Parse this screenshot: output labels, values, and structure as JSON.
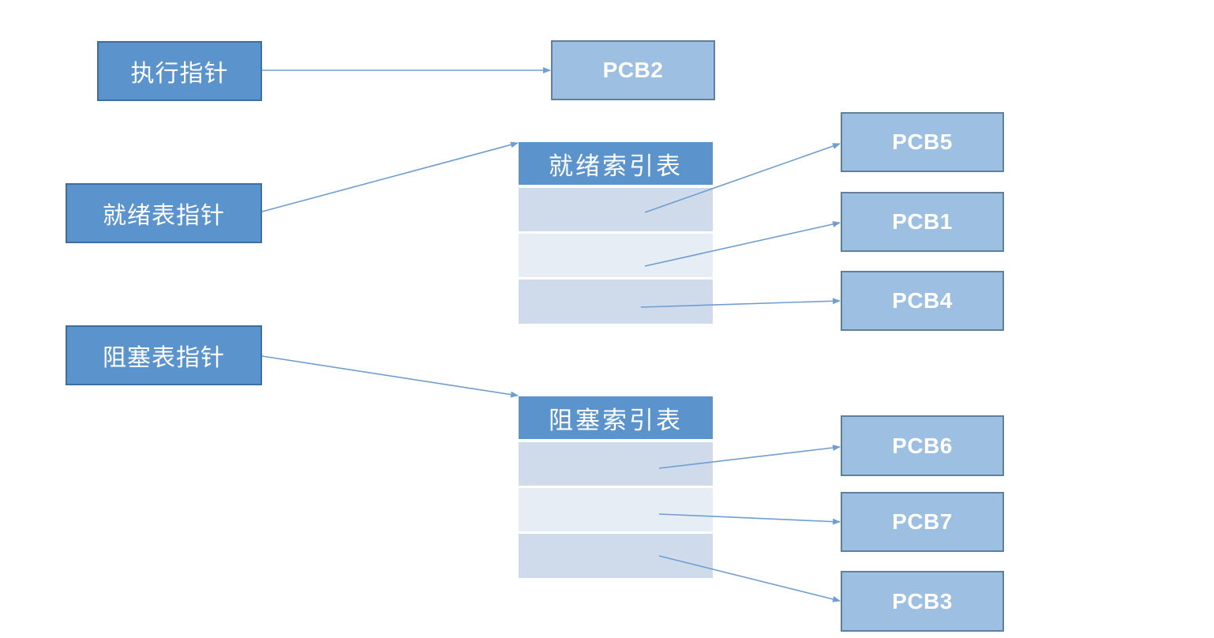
{
  "pointers": {
    "exec": "执行指针",
    "ready": "就绪表指针",
    "blocked": "阻塞表指针"
  },
  "tables": {
    "ready_header": "就绪索引表",
    "blocked_header": "阻塞索引表"
  },
  "pcbs": {
    "pcb2": "PCB2",
    "pcb5": "PCB5",
    "pcb1": "PCB1",
    "pcb4": "PCB4",
    "pcb6": "PCB6",
    "pcb7": "PCB7",
    "pcb3": "PCB3"
  },
  "colors": {
    "pointer_fill": "#5b93cc",
    "pcb_fill": "#9dbfe2",
    "row_dark": "#cfdaea",
    "row_light": "#e7edf5",
    "line": "#6f9ed0"
  }
}
